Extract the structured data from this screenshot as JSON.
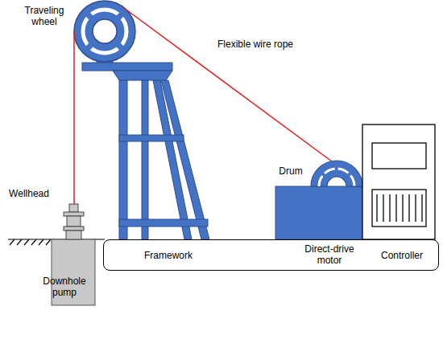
{
  "diagram": {
    "nodes": [
      {
        "text": [
          "Framework",
          "Direct-drive motor",
          "Controller"
        ]
      }
    ],
    "labels": [
      "Traveling wheel",
      "Flexible wire rope",
      "Wellhead",
      "Drum",
      "Downhole pump"
    ]
  }
}
